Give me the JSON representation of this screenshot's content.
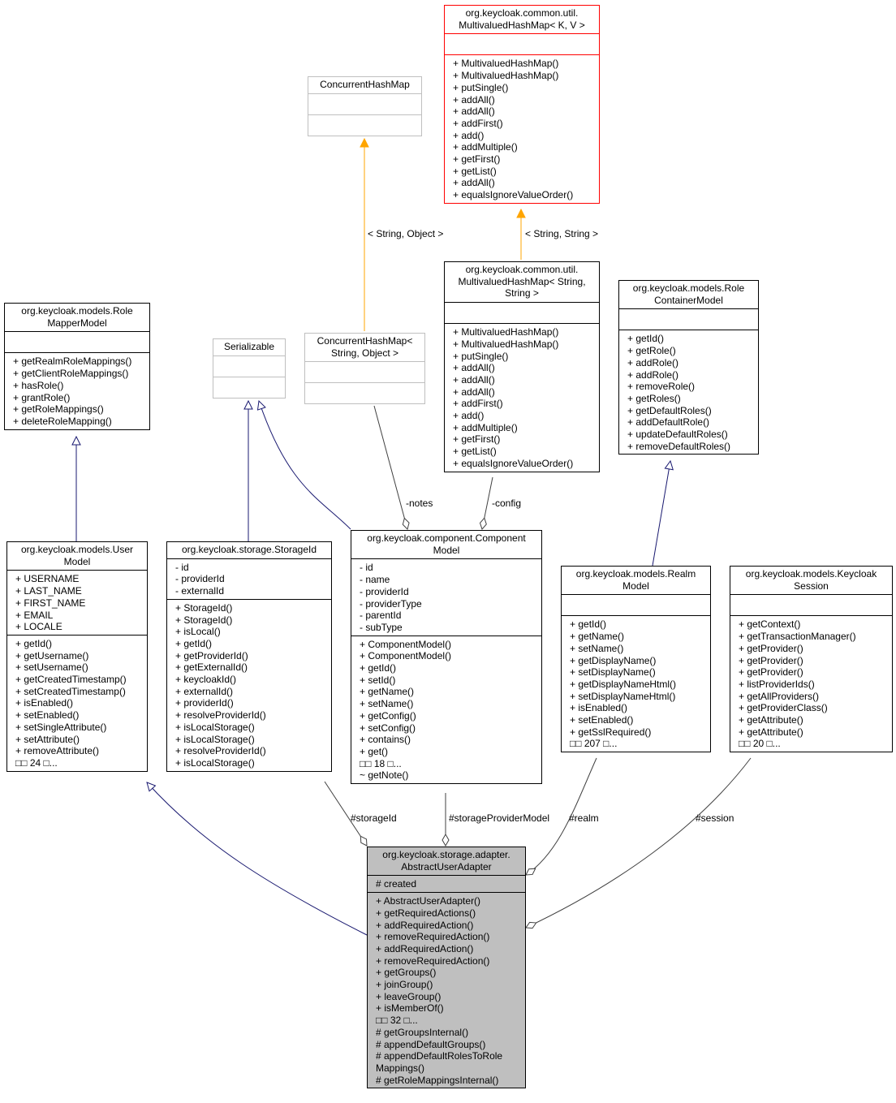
{
  "classes": {
    "mvhm_kv": {
      "title": [
        "org.keycloak.common.util.",
        "MultivaluedHashMap< K, V >"
      ],
      "attributes": [],
      "methods": [
        "+ MultivaluedHashMap()",
        "+ MultivaluedHashMap()",
        "+ putSingle()",
        "+ addAll()",
        "+ addAll()",
        "+ addFirst()",
        "+ add()",
        "+ addMultiple()",
        "+ getFirst()",
        "+ getList()",
        "+ addAll()",
        "+ equalsIgnoreValueOrder()"
      ]
    },
    "chm": {
      "title": [
        "ConcurrentHashMap"
      ],
      "attributes": [],
      "methods": []
    },
    "mvhm_ss": {
      "title": [
        "org.keycloak.common.util.",
        "MultivaluedHashMap< String,",
        "String >"
      ],
      "attributes": [],
      "methods": [
        "+ MultivaluedHashMap()",
        "+ MultivaluedHashMap()",
        "+ putSingle()",
        "+ addAll()",
        "+ addAll()",
        "+ addAll()",
        "+ addFirst()",
        "+ add()",
        "+ addMultiple()",
        "+ getFirst()",
        "+ getList()",
        "+ equalsIgnoreValueOrder()"
      ]
    },
    "role_container": {
      "title": [
        "org.keycloak.models.Role",
        "ContainerModel"
      ],
      "attributes": [],
      "methods": [
        "+ getId()",
        "+ getRole()",
        "+ addRole()",
        "+ addRole()",
        "+ removeRole()",
        "+ getRoles()",
        "+ getDefaultRoles()",
        "+ addDefaultRole()",
        "+ updateDefaultRoles()",
        "+ removeDefaultRoles()"
      ]
    },
    "role_mapper": {
      "title": [
        "org.keycloak.models.Role",
        "MapperModel"
      ],
      "attributes": [],
      "methods": [
        "+ getRealmRoleMappings()",
        "+ getClientRoleMappings()",
        "+ hasRole()",
        "+ grantRole()",
        "+ getRoleMappings()",
        "+ deleteRoleMapping()"
      ]
    },
    "serializable": {
      "title": [
        "Serializable"
      ],
      "attributes": [],
      "methods": []
    },
    "chm_so": {
      "title": [
        "ConcurrentHashMap<",
        "String, Object >"
      ],
      "attributes": [],
      "methods": []
    },
    "user_model": {
      "title": [
        "org.keycloak.models.User",
        "Model"
      ],
      "attributes": [
        "+ USERNAME",
        "+ LAST_NAME",
        "+ FIRST_NAME",
        "+ EMAIL",
        "+ LOCALE"
      ],
      "methods": [
        "+ getId()",
        "+ getUsername()",
        "+ setUsername()",
        "+ getCreatedTimestamp()",
        "+ setCreatedTimestamp()",
        "+ isEnabled()",
        "+ setEnabled()",
        "+ setSingleAttribute()",
        "+ setAttribute()",
        "+ removeAttribute()",
        "□□ 24 □..."
      ]
    },
    "storage_id": {
      "title": [
        "org.keycloak.storage.StorageId"
      ],
      "attributes": [
        "- id",
        "- providerId",
        "- externalId"
      ],
      "methods": [
        "+ StorageId()",
        "+ StorageId()",
        "+ isLocal()",
        "+ getId()",
        "+ getProviderId()",
        "+ getExternalId()",
        "+ keycloakId()",
        "+ externalId()",
        "+ providerId()",
        "+ resolveProviderId()",
        "+ isLocalStorage()",
        "+ isLocalStorage()",
        "+ resolveProviderId()",
        "+ isLocalStorage()"
      ]
    },
    "component_model": {
      "title": [
        "org.keycloak.component.Component",
        "Model"
      ],
      "attributes": [
        "- id",
        "- name",
        "- providerId",
        "- providerType",
        "- parentId",
        "- subType"
      ],
      "methods": [
        "+ ComponentModel()",
        "+ ComponentModel()",
        "+ getId()",
        "+ setId()",
        "+ getName()",
        "+ setName()",
        "+ getConfig()",
        "+ setConfig()",
        "+ contains()",
        "+ get()",
        "□□ 18 □...",
        "~ getNote()"
      ]
    },
    "realm_model": {
      "title": [
        "org.keycloak.models.Realm",
        "Model"
      ],
      "attributes": [],
      "methods": [
        "+ getId()",
        "+ getName()",
        "+ setName()",
        "+ getDisplayName()",
        "+ setDisplayName()",
        "+ getDisplayNameHtml()",
        "+ setDisplayNameHtml()",
        "+ isEnabled()",
        "+ setEnabled()",
        "+ getSslRequired()",
        "□□ 207 □..."
      ]
    },
    "keycloak_session": {
      "title": [
        "org.keycloak.models.Keycloak",
        "Session"
      ],
      "attributes": [],
      "methods": [
        "+ getContext()",
        "+ getTransactionManager()",
        "+ getProvider()",
        "+ getProvider()",
        "+ getProvider()",
        "+ listProviderIds()",
        "+ getAllProviders()",
        "+ getProviderClass()",
        "+ getAttribute()",
        "+ getAttribute()",
        "□□ 20 □..."
      ]
    },
    "abstract_user_adapter": {
      "title": [
        "org.keycloak.storage.adapter.",
        "AbstractUserAdapter"
      ],
      "attributes": [
        "# created"
      ],
      "methods": [
        "+ AbstractUserAdapter()",
        "+ getRequiredActions()",
        "+ addRequiredAction()",
        "+ removeRequiredAction()",
        "+ addRequiredAction()",
        "+ removeRequiredAction()",
        "+ getGroups()",
        "+ joinGroup()",
        "+ leaveGroup()",
        "+ isMemberOf()",
        "□□ 32 □...",
        "# getGroupsInternal()",
        "# appendDefaultGroups()",
        "# appendDefaultRolesToRole",
        "Mappings()",
        "# getRoleMappingsInternal()"
      ]
    }
  },
  "edge_labels": {
    "string_object": "< String, Object >",
    "string_string": "< String, String >",
    "notes": "-notes",
    "config": "-config",
    "storage_id": "#storageId",
    "storage_provider_model": "#storageProviderModel",
    "realm": "#realm",
    "session": "#session"
  },
  "colors": {
    "inherit": "#191970",
    "template": "#ffa500",
    "usage": "#404040",
    "focus_fill": "#bfbfbf",
    "missing_border": "#ff0000"
  }
}
